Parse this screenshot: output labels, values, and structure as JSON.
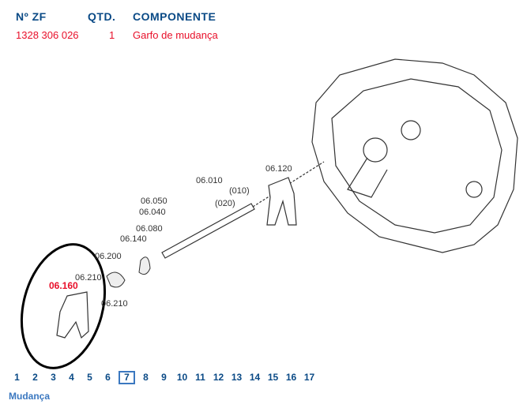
{
  "header": {
    "col_zf": "Nº ZF",
    "col_qty": "QTD.",
    "col_component": "COMPONENTE"
  },
  "row": {
    "zf": "1328 306 026",
    "qty": "1",
    "component": "Garfo de mudança"
  },
  "diagram": {
    "labels": [
      "06.120",
      "06.010",
      "(010)",
      "06.050",
      "06.040",
      "(020)",
      "06.080",
      "06.140",
      "06.200",
      "06.210",
      "06.210"
    ],
    "highlight": "06.160",
    "highlight_color": "#e8102a"
  },
  "pages": [
    "1",
    "2",
    "3",
    "4",
    "5",
    "6",
    "7",
    "8",
    "9",
    "10",
    "11",
    "12",
    "13",
    "14",
    "15",
    "16",
    "17"
  ],
  "selected_page": "7",
  "footer": {
    "title": "Mudança"
  }
}
